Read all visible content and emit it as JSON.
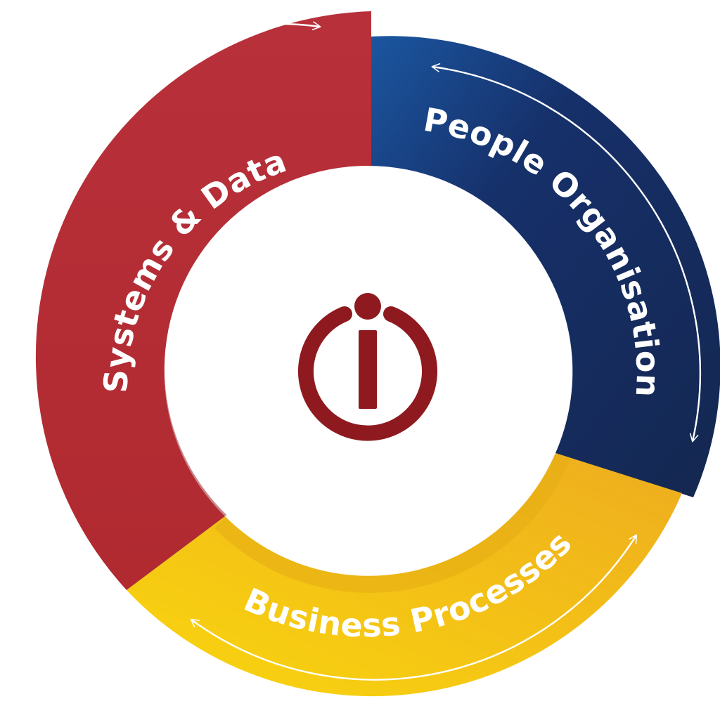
{
  "diagram": {
    "segments": [
      {
        "key": "systems",
        "label": "Systems & Data",
        "color": "#b52d33",
        "shade": "#8e1f25"
      },
      {
        "key": "people",
        "label": "People Organisation",
        "color": "#152a55",
        "shade": "#0f1f42",
        "highlight": "#1a4f93"
      },
      {
        "key": "business",
        "label": "Business Processes",
        "color": "#f5c312",
        "shade": "#e5a91a"
      }
    ],
    "center_icon": {
      "icon": "power-i-logo-icon",
      "color": "#8e1a1f"
    },
    "arrow_color": "#ffffff"
  }
}
